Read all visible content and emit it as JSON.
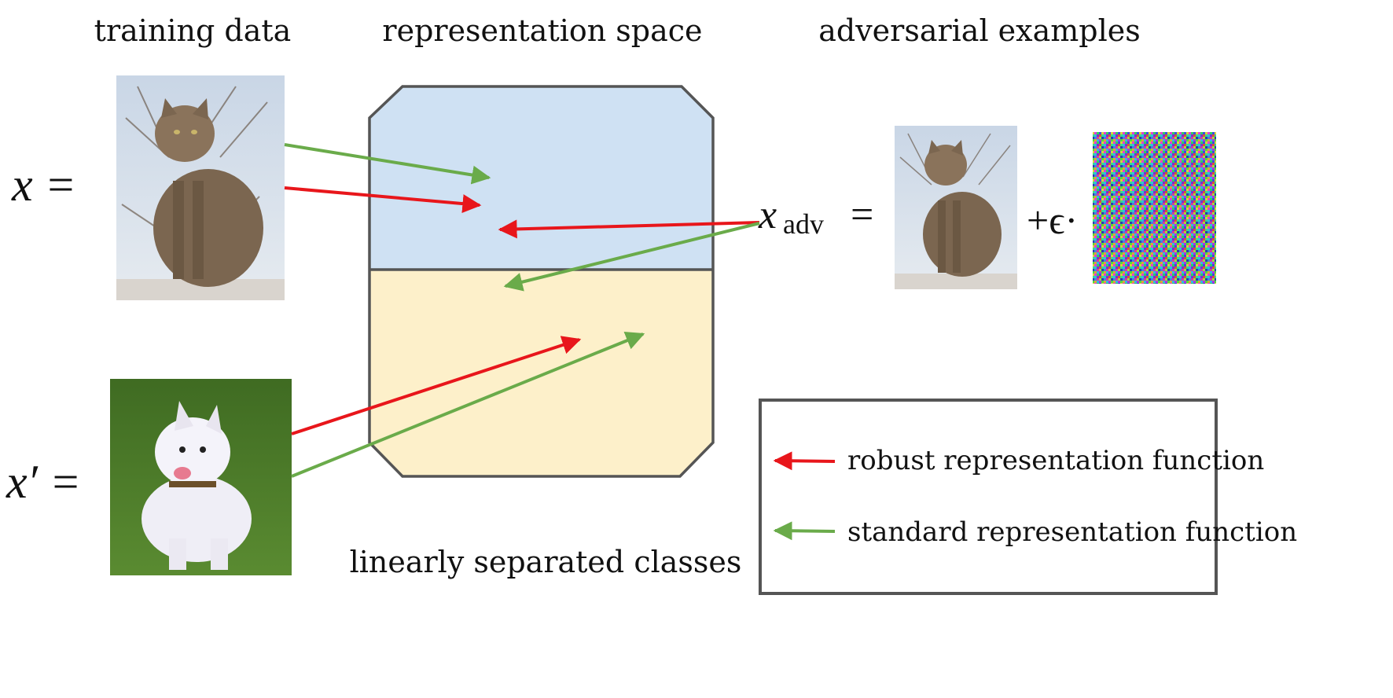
{
  "headings": {
    "left": "training data",
    "middle": "representation space",
    "right": "adversarial examples",
    "bottom": "linearly separated classes"
  },
  "math": {
    "x_eq": "x =",
    "xprime_eq": "x′ =",
    "xadv_base": "x",
    "xadv_sub": "adv",
    "equals": "=",
    "plus_eps": "+ϵ·"
  },
  "legend": {
    "robust_label": "robust representation function",
    "standard_label": "standard representation function"
  },
  "colors": {
    "robust": "#e8161b",
    "standard": "#6aab4a",
    "region_top": "#cfe1f3",
    "region_bottom": "#fdf0ca",
    "outline": "#555555"
  },
  "images": {
    "cat": "cat-photo",
    "dog": "dog-photo",
    "noise": "noise-pattern"
  }
}
